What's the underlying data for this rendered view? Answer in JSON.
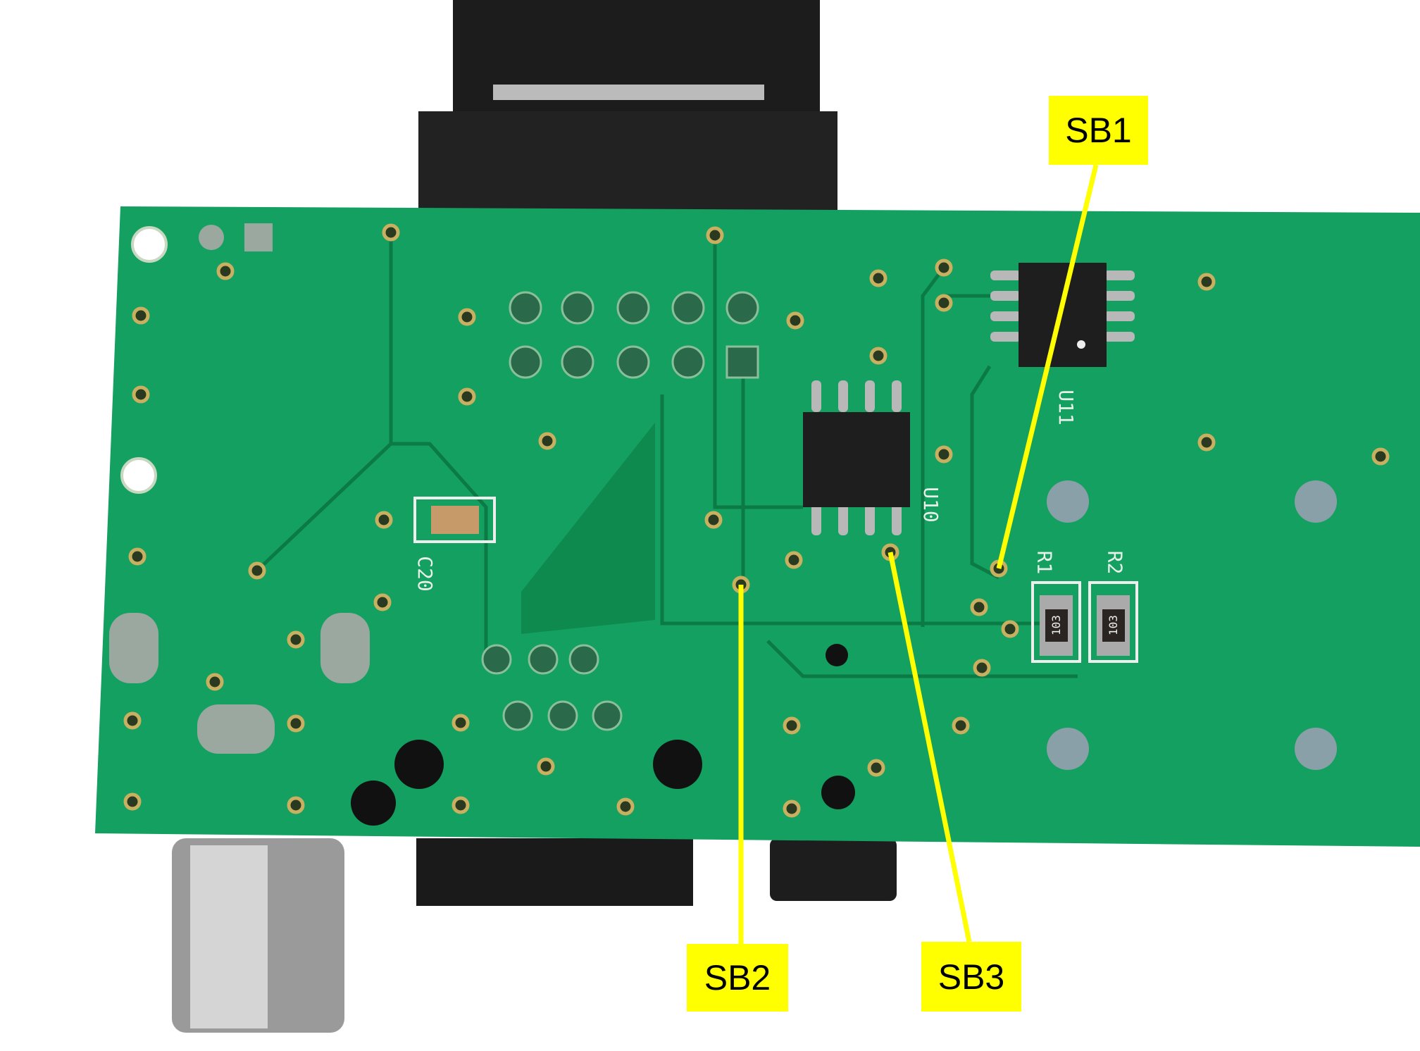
{
  "labels": {
    "sb1": "SB1",
    "sb2": "SB2",
    "sb3": "SB3"
  },
  "silkscreen": {
    "u11": "U11",
    "u10": "U10",
    "c20": "C20",
    "r1": "R1",
    "r2": "R2"
  },
  "resistor_marking": {
    "r1": "103",
    "r2": "103"
  },
  "colors": {
    "pcb": "#13a060",
    "label_bg": "#ffff00",
    "pointer_line": "#ffff00"
  }
}
